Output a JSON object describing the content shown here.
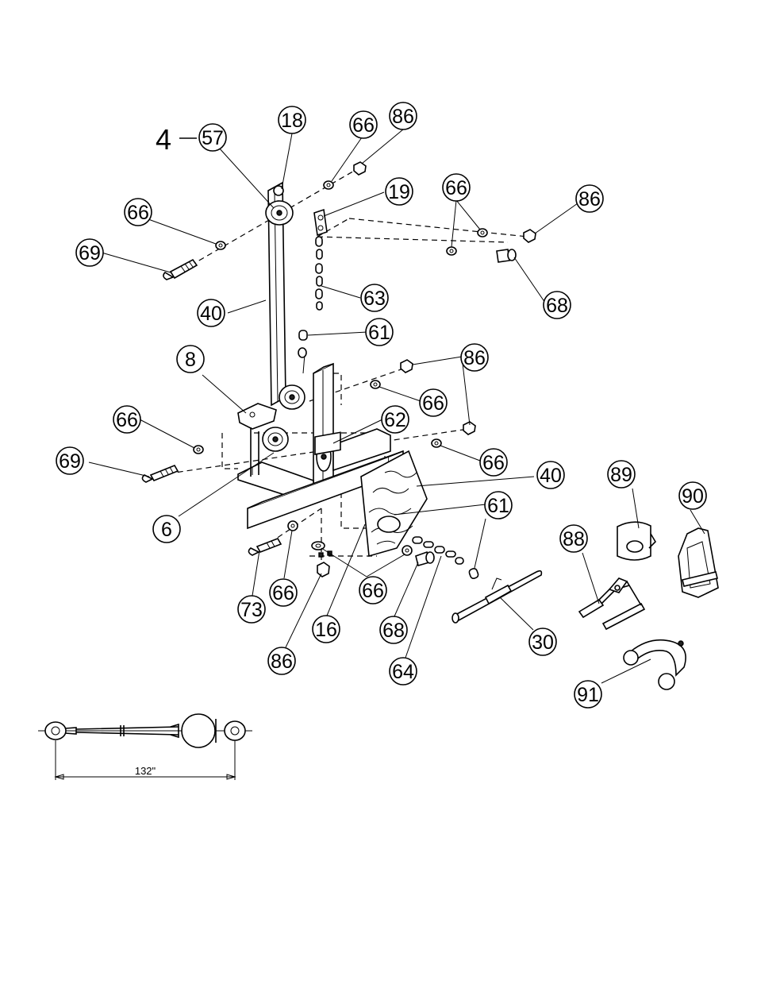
{
  "assembly_label": "4",
  "cable_length": "132\"",
  "callouts": [
    {
      "id": "c57",
      "text": "57"
    },
    {
      "id": "c18",
      "text": "18"
    },
    {
      "id": "c66a",
      "text": "66"
    },
    {
      "id": "c86a",
      "text": "86"
    },
    {
      "id": "c19",
      "text": "19"
    },
    {
      "id": "c66b",
      "text": "66"
    },
    {
      "id": "c86b",
      "text": "86"
    },
    {
      "id": "c66c",
      "text": "66"
    },
    {
      "id": "c69a",
      "text": "69"
    },
    {
      "id": "c63",
      "text": "63"
    },
    {
      "id": "c68a",
      "text": "68"
    },
    {
      "id": "c40a",
      "text": "40"
    },
    {
      "id": "c61a",
      "text": "61"
    },
    {
      "id": "c8",
      "text": "8"
    },
    {
      "id": "c86c",
      "text": "86"
    },
    {
      "id": "c66d",
      "text": "66"
    },
    {
      "id": "c66e",
      "text": "66"
    },
    {
      "id": "c62",
      "text": "62"
    },
    {
      "id": "c69b",
      "text": "69"
    },
    {
      "id": "c66f",
      "text": "66"
    },
    {
      "id": "c40b",
      "text": "40"
    },
    {
      "id": "c89",
      "text": "89"
    },
    {
      "id": "c90",
      "text": "90"
    },
    {
      "id": "c61b",
      "text": "61"
    },
    {
      "id": "c6",
      "text": "6"
    },
    {
      "id": "c88",
      "text": "88"
    },
    {
      "id": "c66g",
      "text": "66"
    },
    {
      "id": "c66h",
      "text": "66"
    },
    {
      "id": "c73",
      "text": "73"
    },
    {
      "id": "c16",
      "text": "16"
    },
    {
      "id": "c68b",
      "text": "68"
    },
    {
      "id": "c30",
      "text": "30"
    },
    {
      "id": "c86d",
      "text": "86"
    },
    {
      "id": "c64",
      "text": "64"
    },
    {
      "id": "c91",
      "text": "91"
    }
  ]
}
